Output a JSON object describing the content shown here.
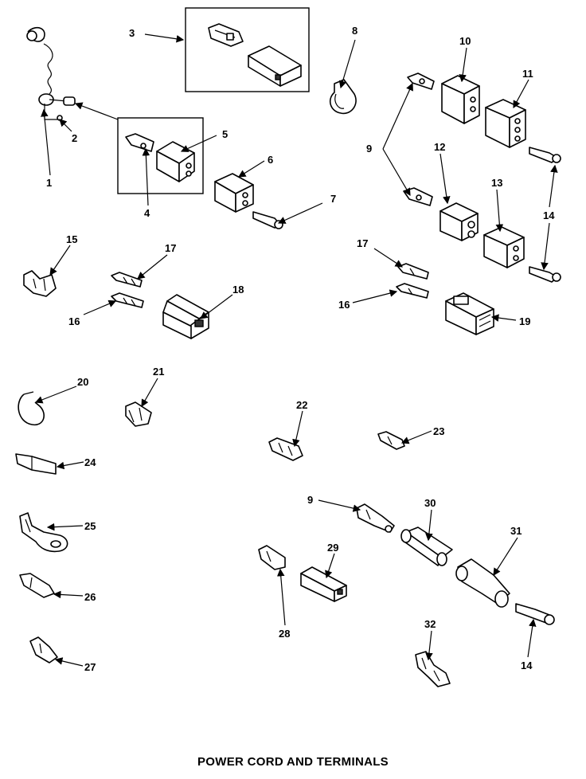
{
  "caption": "POWER CORD AND TERMINALS",
  "labels": {
    "l1": "1",
    "l2": "2",
    "l3": "3",
    "l4": "4",
    "l5": "5",
    "l6": "6",
    "l7": "7",
    "l8": "8",
    "l9a": "9",
    "l9b": "9",
    "l10": "10",
    "l11": "11",
    "l12": "12",
    "l13": "13",
    "l14a": "14",
    "l14b": "14",
    "l15": "15",
    "l16a": "16",
    "l16b": "16",
    "l17a": "17",
    "l17b": "17",
    "l18": "18",
    "l19": "19",
    "l20": "20",
    "l21": "21",
    "l22": "22",
    "l23": "23",
    "l24": "24",
    "l25": "25",
    "l26": "26",
    "l27": "27",
    "l28": "28",
    "l29": "29",
    "l30": "30",
    "l31": "31",
    "l32": "32"
  }
}
